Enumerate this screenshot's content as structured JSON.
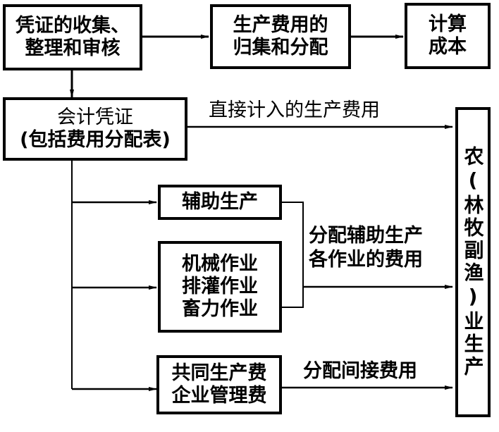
{
  "nodes": {
    "voucher_collection": [
      "凭证的收集、",
      "整理和审核"
    ],
    "cost_collection": [
      "生产费用的",
      "归集和分配"
    ],
    "compute_cost": [
      "计算",
      "成本"
    ],
    "accounting_voucher": [
      "会计凭证",
      "(包括费用分配表)"
    ],
    "auxiliary_production": [
      "辅助生产"
    ],
    "operations": [
      "机械作业",
      "排灌作业",
      "畜力作业"
    ],
    "overhead": [
      "共同生产费",
      "企业管理费"
    ],
    "agri_production": "农(林牧副渔)业生产"
  },
  "edge_labels": {
    "direct_costs": "直接计入的生产费用",
    "allocate_auxiliary": [
      "分配辅助生产",
      "各作业的费用"
    ],
    "allocate_indirect": "分配间接费用"
  }
}
